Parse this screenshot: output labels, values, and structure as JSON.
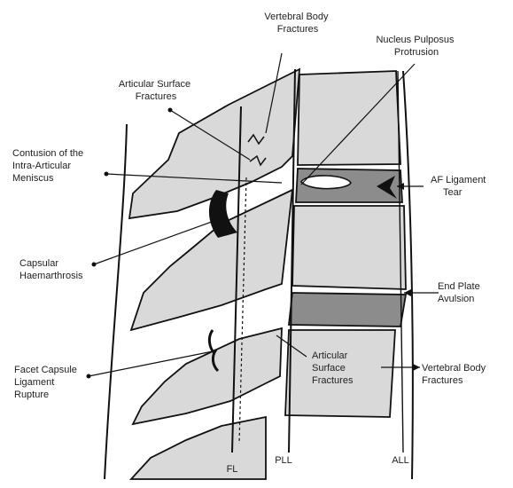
{
  "labels": {
    "vertebral_body_fractures_top": [
      "Vertebral Body",
      "Fractures"
    ],
    "nucleus_pulposus_protrusion": [
      "Nucleus Pulposus",
      "Protrusion"
    ],
    "articular_surface_fractures_top": [
      "Articular Surface",
      "Fractures"
    ],
    "contusion_meniscus": [
      "Contusion of the",
      "Intra-Articular",
      "Meniscus"
    ],
    "af_ligament_tear": [
      "AF Ligament",
      "Tear"
    ],
    "capsular_haemarthrosis": [
      "Capsular",
      "Haemarthrosis"
    ],
    "end_plate_avulsion": [
      "End Plate",
      "Avulsion"
    ],
    "facet_capsule_ligament_rupture": [
      "Facet Capsule",
      "Ligament",
      "Rupture"
    ],
    "articular_surface_fractures_bottom": [
      "Articular",
      "Surface",
      "Fractures"
    ],
    "vertebral_body_fractures_right": [
      "Vertebral Body",
      "Fractures"
    ],
    "fl": "FL",
    "pll": "PLL",
    "all": "ALL"
  },
  "colors": {
    "bone_fill": "#d9d9d9",
    "disc_dark": "#8c8c8c",
    "line": "#111111",
    "background": "#ffffff"
  }
}
